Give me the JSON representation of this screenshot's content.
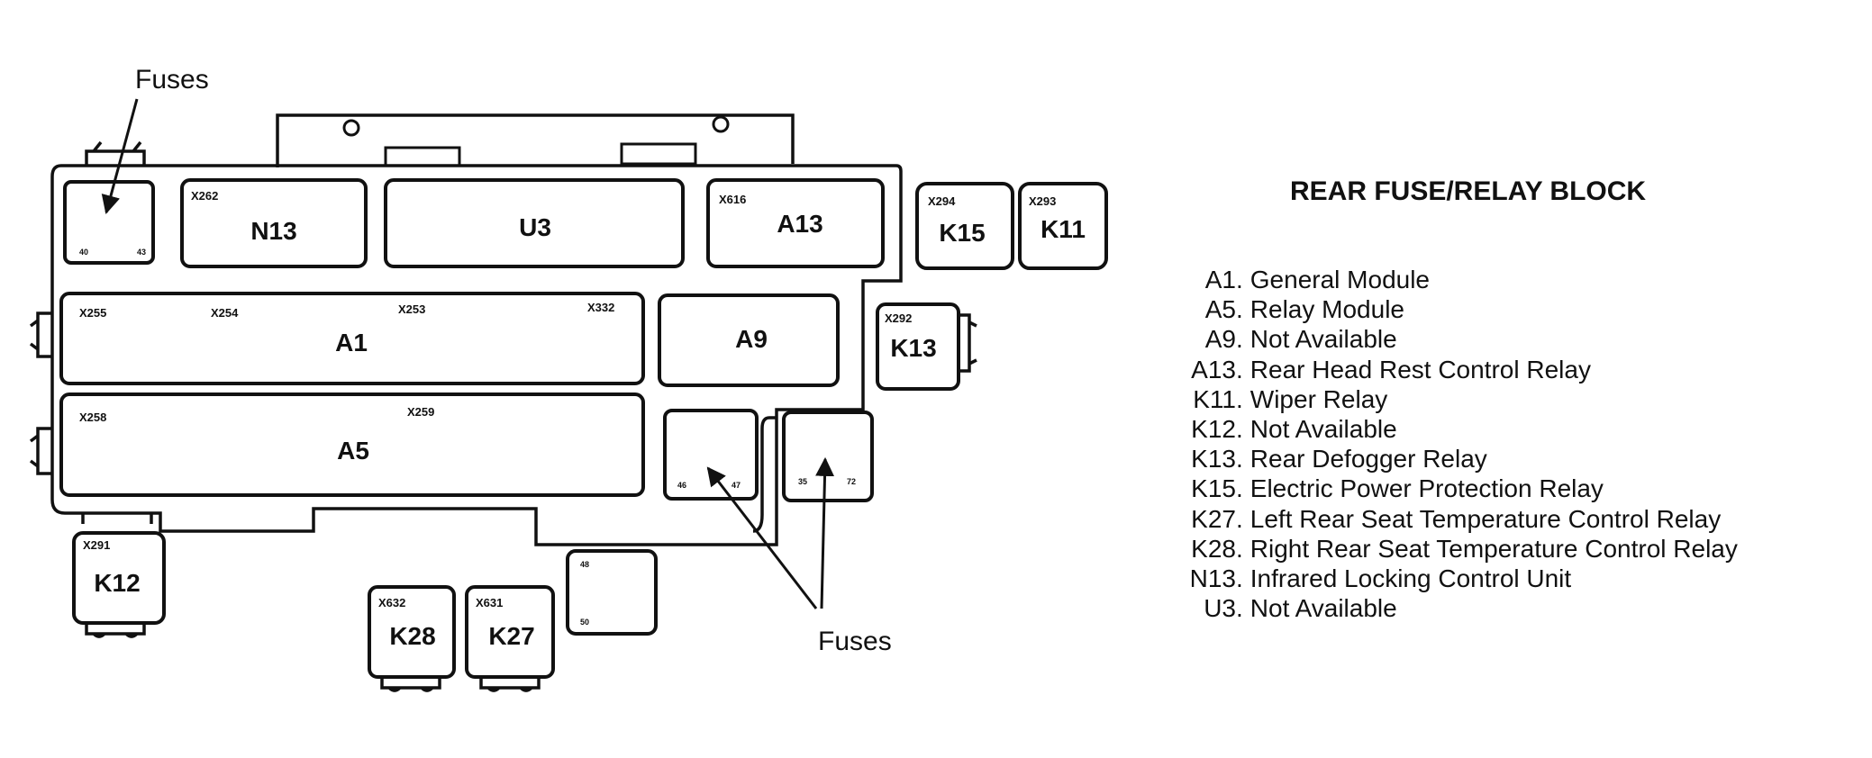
{
  "callouts": {
    "fuses_top": "Fuses",
    "fuses_bottom": "Fuses"
  },
  "components": {
    "N13": {
      "label": "N13",
      "connector": "X262"
    },
    "U3": {
      "label": "U3"
    },
    "A13": {
      "label": "A13",
      "connector": "X616"
    },
    "K15": {
      "label": "K15",
      "connector": "X294"
    },
    "K11": {
      "label": "K11",
      "connector": "X293"
    },
    "A1": {
      "label": "A1",
      "connectors": [
        "X255",
        "X254",
        "X253",
        "X332"
      ]
    },
    "A9": {
      "label": "A9"
    },
    "K13": {
      "label": "K13",
      "connector": "X292"
    },
    "A5": {
      "label": "A5",
      "connectors": [
        "X258",
        "X259"
      ]
    },
    "K12": {
      "label": "K12",
      "connector": "X291"
    },
    "K28": {
      "label": "K28",
      "connector": "X632"
    },
    "K27": {
      "label": "K27",
      "connector": "X631"
    }
  },
  "fuse_marks": {
    "top_left": [
      "40",
      "43"
    ],
    "lower_mid_left": [
      "46",
      "47"
    ],
    "lower_mid_right": [
      "35",
      "72"
    ],
    "bottom_small": [
      "48",
      "50"
    ]
  },
  "legend": {
    "title": "REAR FUSE/RELAY BLOCK",
    "items": [
      {
        "key": "A1",
        "text": "General Module"
      },
      {
        "key": "A5",
        "text": "Relay Module"
      },
      {
        "key": "A9",
        "text": "Not Available"
      },
      {
        "key": "A13",
        "text": "Rear Head Rest Control Relay"
      },
      {
        "key": "K11",
        "text": "Wiper Relay"
      },
      {
        "key": "K12",
        "text": "Not Available"
      },
      {
        "key": "K13",
        "text": "Rear Defogger Relay"
      },
      {
        "key": "K15",
        "text": "Electric Power Protection Relay"
      },
      {
        "key": "K27",
        "text": "Left Rear Seat Temperature Control Relay"
      },
      {
        "key": "K28",
        "text": "Right Rear Seat Temperature Control Relay"
      },
      {
        "key": "N13",
        "text": "Infrared Locking Control Unit"
      },
      {
        "key": "U3",
        "text": "Not Available"
      }
    ]
  }
}
